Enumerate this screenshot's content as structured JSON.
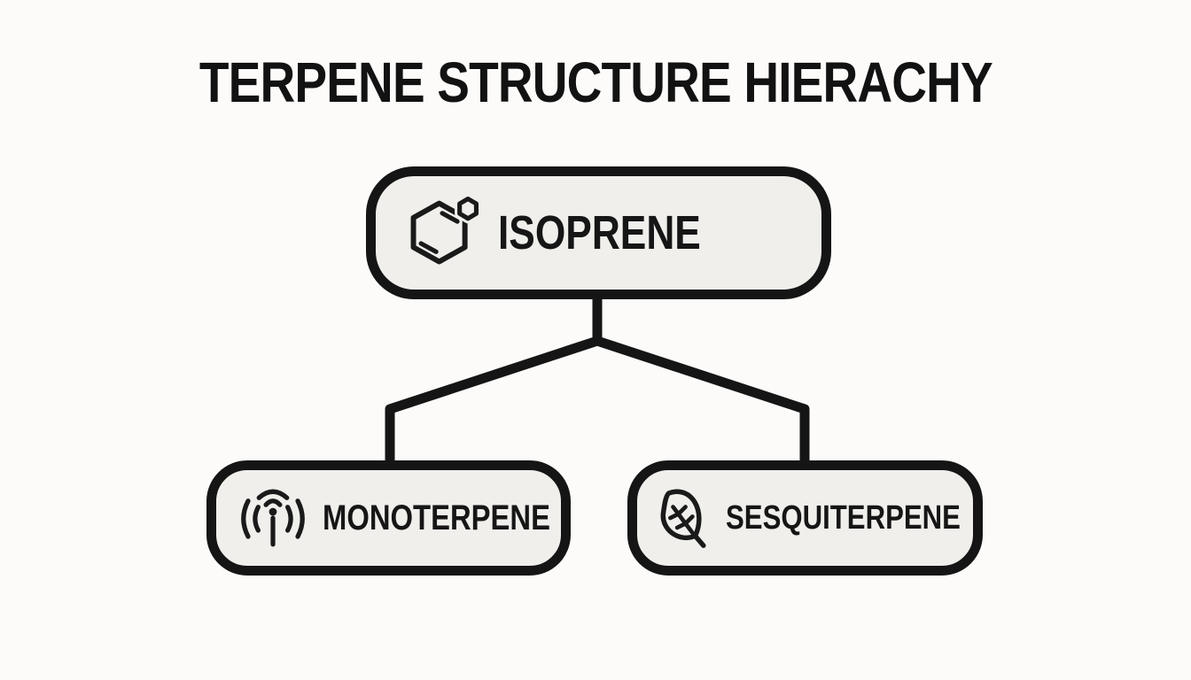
{
  "diagram": {
    "title": "TERPENE STRUCTURE HIERACHY",
    "nodes": [
      {
        "id": "isoprene",
        "label": "ISOPRENE",
        "icon": "molecule-hexagon-icon",
        "level": "root"
      },
      {
        "id": "monoterpene",
        "label": "MONOTERPENE",
        "icon": "broadcast-antenna-icon",
        "level": "child"
      },
      {
        "id": "sesquiterpene",
        "label": "SESQUITERPENE",
        "icon": "leaf-icon",
        "level": "child"
      }
    ],
    "edges": [
      {
        "from": "isoprene",
        "to": "monoterpene"
      },
      {
        "from": "isoprene",
        "to": "sesquiterpene"
      }
    ],
    "colors": {
      "background": "#fcfbf9",
      "node_fill": "#f0efec",
      "stroke": "#151515",
      "text": "#161616"
    }
  }
}
